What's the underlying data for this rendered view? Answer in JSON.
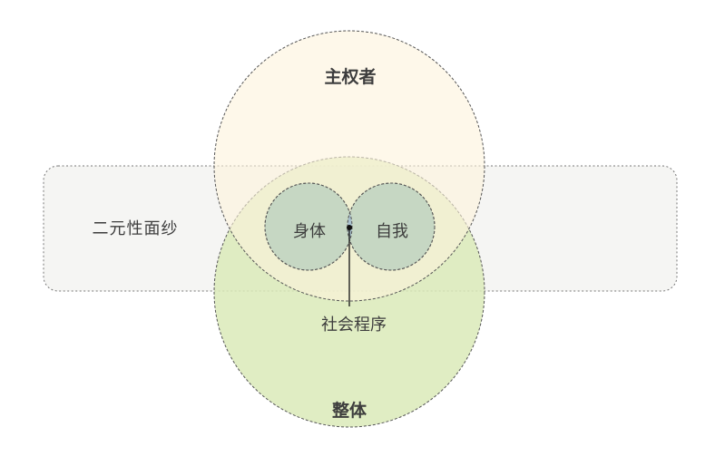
{
  "diagram": {
    "sovereign_label": "主权者",
    "whole_label": "整体",
    "veil_label": "二元性面纱",
    "body_label": "身体",
    "self_label": "自我",
    "social_label": "社会程序"
  },
  "colors": {
    "sovereign_fill": "#fdf5e4",
    "whole_fill": "#dbeab8",
    "inner_fill": "#c3d5c2",
    "lens_fill": "#a8c0cf",
    "veil_fill": "#f1f1ef",
    "stroke": "#555555"
  }
}
